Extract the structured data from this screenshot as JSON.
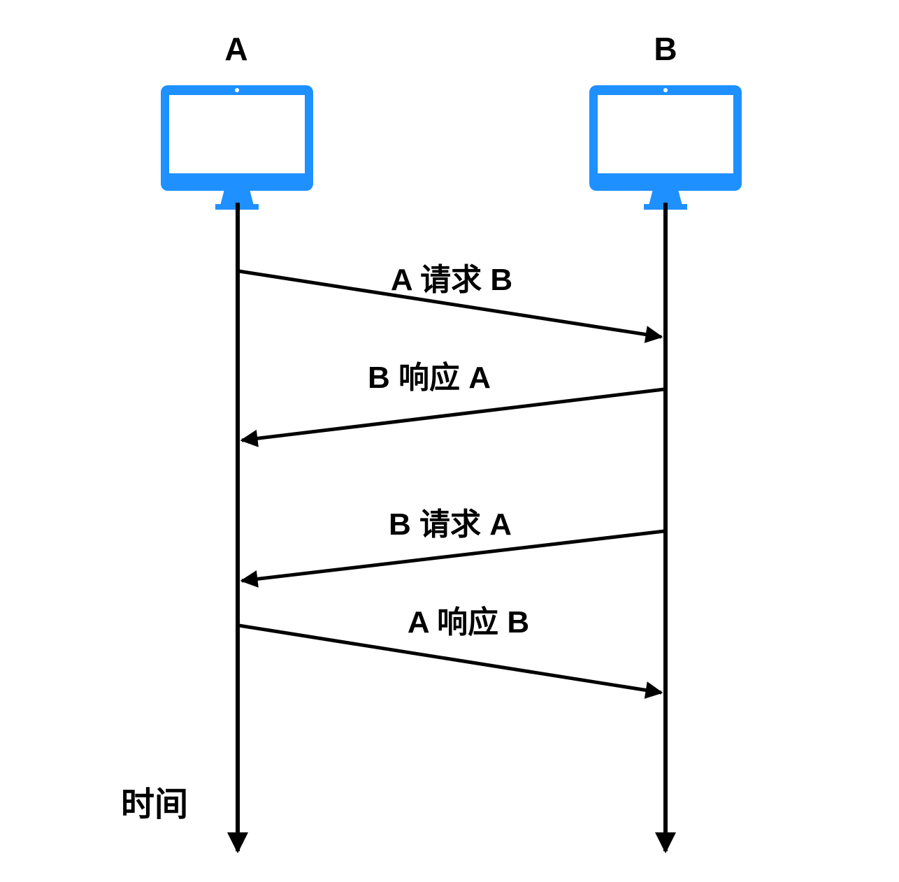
{
  "diagram": {
    "type": "sequence-diagram",
    "actors": [
      {
        "id": "A",
        "label": "A",
        "icon": "computer-monitor-icon"
      },
      {
        "id": "B",
        "label": "B",
        "icon": "computer-monitor-icon"
      }
    ],
    "messages": [
      {
        "index": 1,
        "from": "A",
        "to": "B",
        "label": "A 请求 B"
      },
      {
        "index": 2,
        "from": "B",
        "to": "A",
        "label": "B 响应 A"
      },
      {
        "index": 3,
        "from": "B",
        "to": "A",
        "label": "B 请求 A"
      },
      {
        "index": 4,
        "from": "A",
        "to": "B",
        "label": "A 响应 B"
      }
    ],
    "time_axis_label": "时间",
    "colors": {
      "monitor": "#1E90FF",
      "line": "#000000",
      "background": "#FFFFFF"
    }
  }
}
